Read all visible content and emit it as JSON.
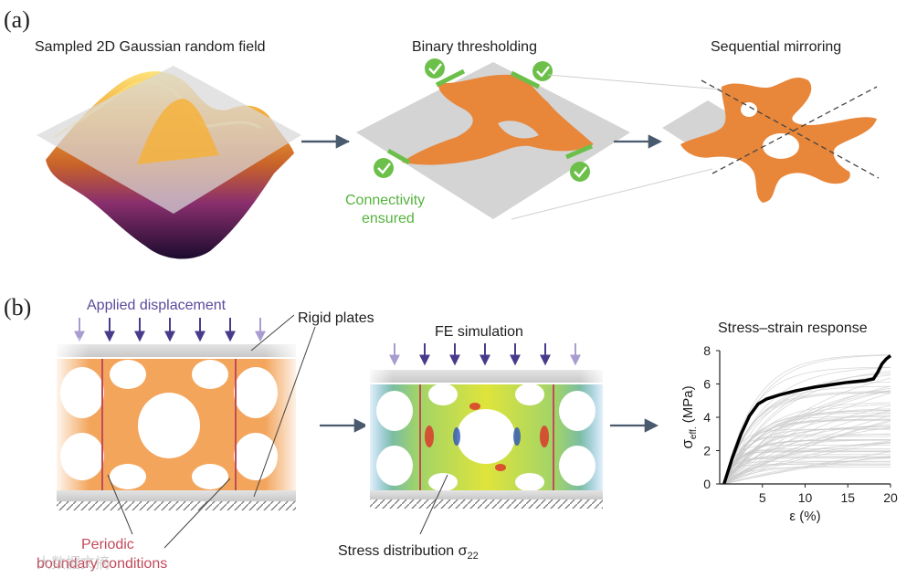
{
  "panel_a": {
    "label": "(a)",
    "step1_title": "Sampled 2D Gaussian random field",
    "step2_title": "Binary thresholding",
    "step2_note_line1": "Connectivity",
    "step2_note_line2": "ensured",
    "step3_title": "Sequential mirroring"
  },
  "panel_b": {
    "label": "(b)",
    "applied_displacement": "Applied displacement",
    "rigid_plates": "Rigid plates",
    "periodic_line1": "Periodic",
    "periodic_line2": "boundary conditions",
    "fe_title": "FE simulation",
    "stress_dist": "Stress distribution σ",
    "stress_sub": "22",
    "chart_title": "Stress–strain response"
  },
  "chart_data": {
    "type": "line",
    "title": "Stress–strain response",
    "xlabel": "ε (%)",
    "ylabel_main": "σ",
    "ylabel_sub": "eff.",
    "ylabel_unit": " (MPa)",
    "xlim": [
      0,
      20
    ],
    "ylim": [
      0,
      8
    ],
    "xticks": [
      5,
      10,
      15,
      20
    ],
    "yticks": [
      0,
      2,
      4,
      6,
      8
    ],
    "series": [
      {
        "style": "highlighted-black",
        "x": [
          0.5,
          1.5,
          2.5,
          3.5,
          4.5,
          5.5,
          7,
          9,
          11,
          13,
          15,
          17,
          18,
          18.5,
          19,
          19.5,
          20
        ],
        "y": [
          0,
          1.6,
          3.0,
          4.1,
          4.8,
          5.1,
          5.35,
          5.6,
          5.8,
          5.95,
          6.1,
          6.2,
          6.3,
          6.7,
          7.2,
          7.5,
          7.7
        ]
      }
    ],
    "background_curves": "many grey simulated curves"
  },
  "colors": {
    "orange": "#e8863a",
    "grey_plane": "#d4d4d4",
    "green_check": "#6cc04a",
    "purple_arrow": "#4a3a8c",
    "red_line": "#c24a5a"
  },
  "watermark": "大数据文摘"
}
